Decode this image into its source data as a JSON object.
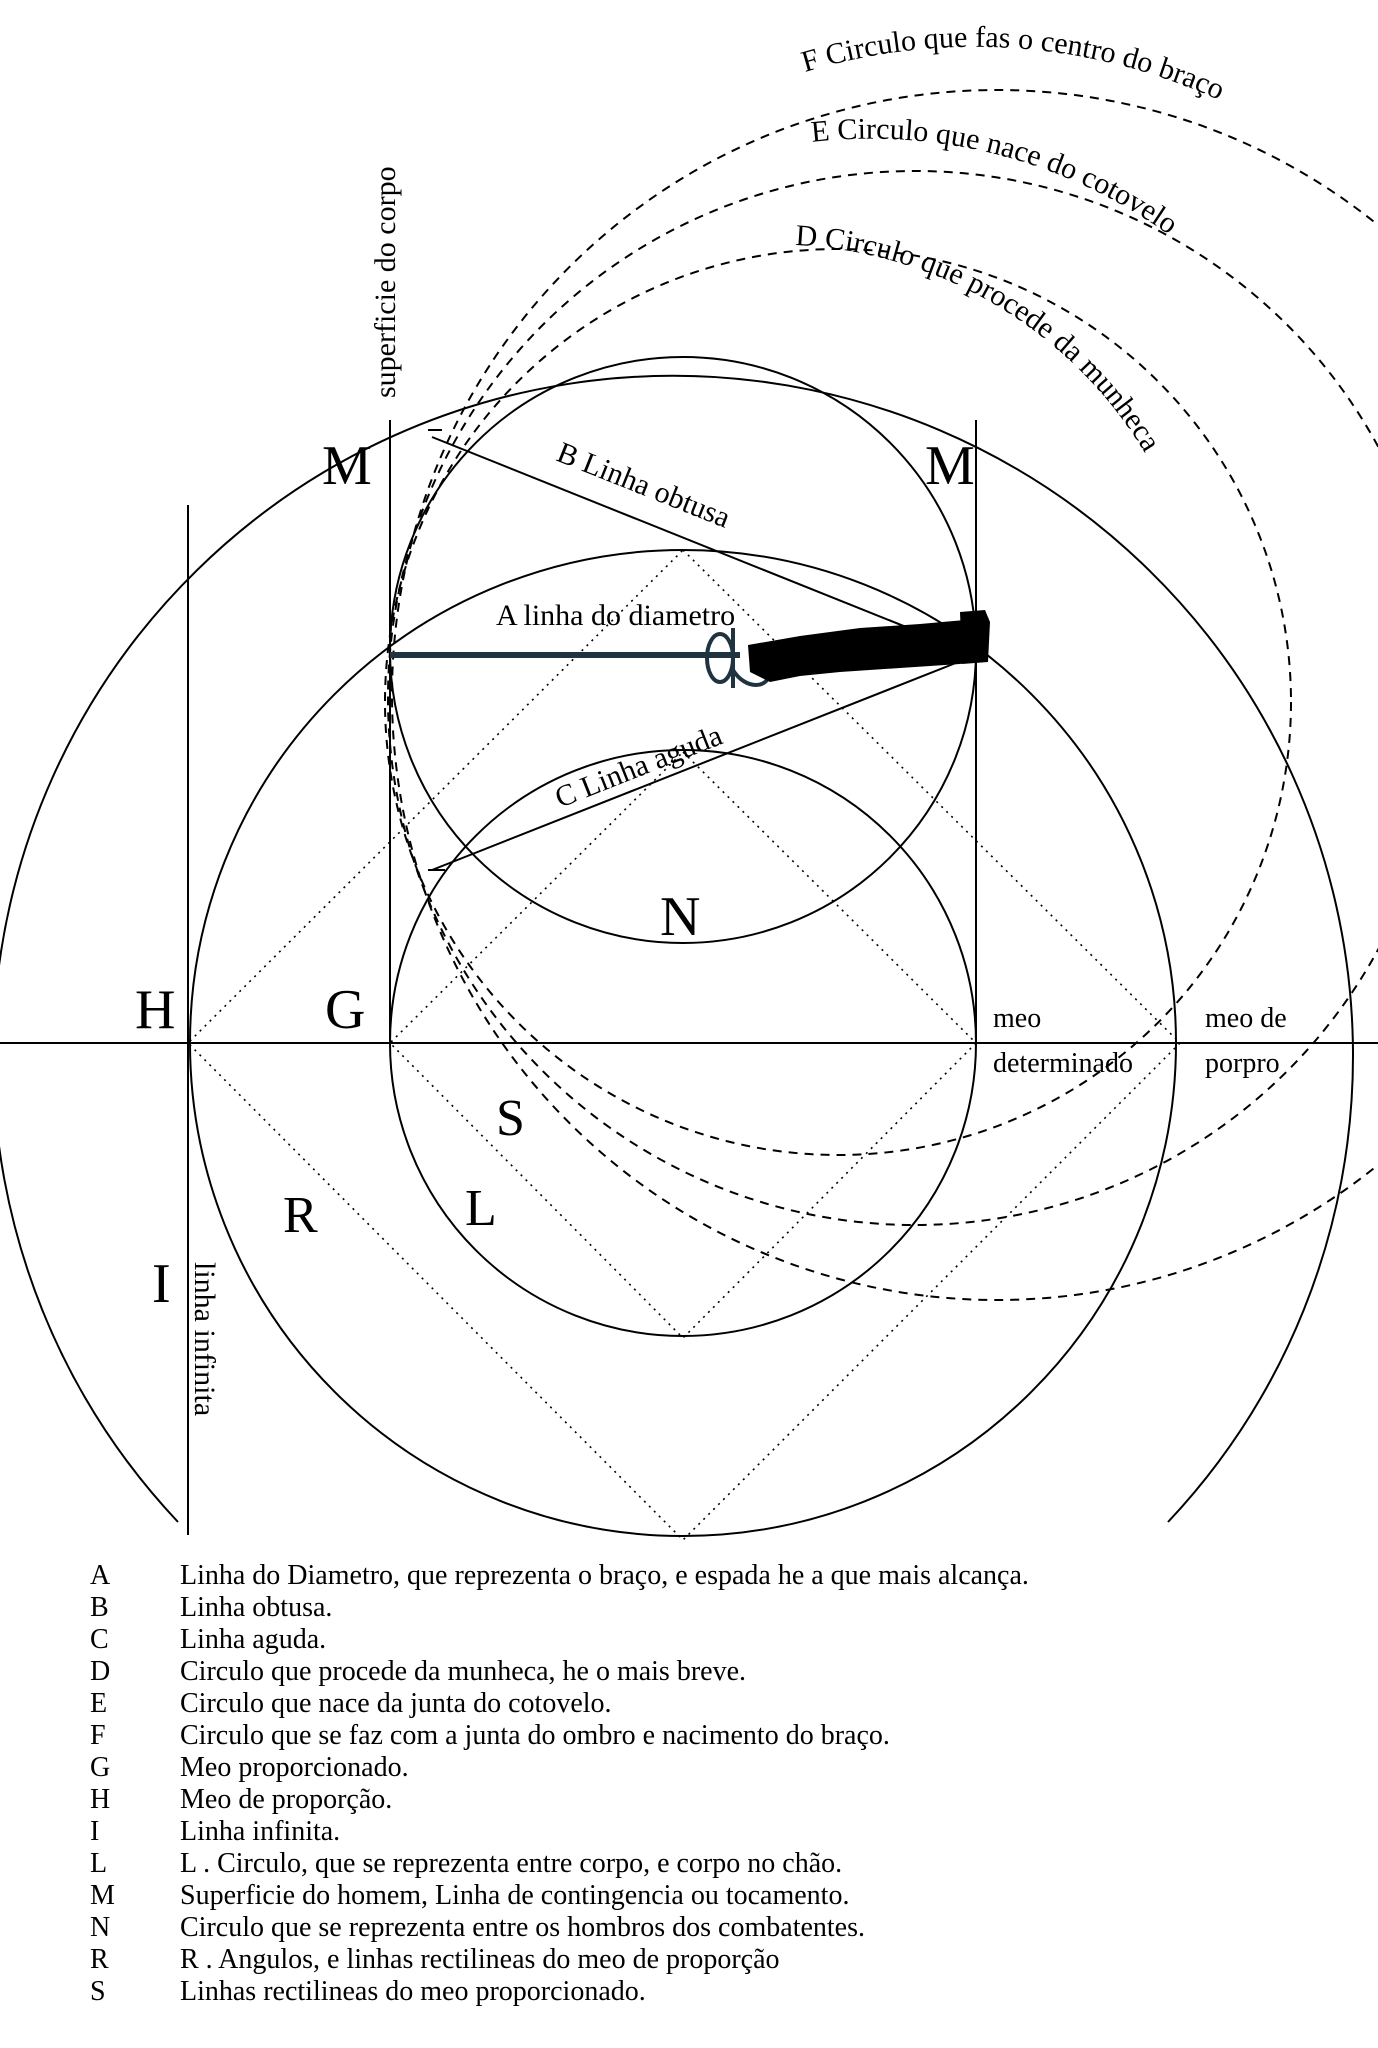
{
  "diagram": {
    "letters": {
      "m_left": "M",
      "m_right": "M",
      "h": "H",
      "g": "G",
      "n": "N",
      "s": "S",
      "r": "R",
      "l": "L",
      "i": "I"
    },
    "labels": {
      "circle_f": "F Circulo que fas o centro do braço",
      "circle_e": "E Circulo que nace do cotovelo",
      "circle_d": "D Circulo que procede da munheca",
      "line_b": "B Linha obtusa",
      "line_a": "A linha do diametro",
      "line_c": "C Linha aguda",
      "superficie": "superficie do corpo",
      "linha_infinita": "linha infinita",
      "meo_1": "meo",
      "meo_2": "determinado",
      "meo_de_1": "meo de",
      "meo_de_2": "porpro"
    },
    "colors": {
      "line": "#000000",
      "sword": "#1f3340",
      "arm": "#000000"
    }
  },
  "legend": [
    {
      "key": "A",
      "text": "Linha do Diametro, que reprezenta o braço, e espada he a que mais alcança."
    },
    {
      "key": "B",
      "text": "Linha obtusa."
    },
    {
      "key": "C",
      "text": "Linha aguda."
    },
    {
      "key": "D",
      "text": "Circulo que procede da munheca, he o mais breve."
    },
    {
      "key": "E",
      "text": "Circulo que nace da junta do cotovelo."
    },
    {
      "key": "F",
      "text": "Circulo que se faz com a junta do ombro e nacimento do braço."
    },
    {
      "key": "G",
      "text": "Meo proporcionado."
    },
    {
      "key": "H",
      "text": "Meo de proporção."
    },
    {
      "key": "I",
      "text": "Linha infinita."
    },
    {
      "key": "L",
      "text": "L . Circulo, que se reprezenta entre corpo, e corpo no chão."
    },
    {
      "key": "M",
      "text": "Superficie do homem, Linha de contingencia ou tocamento."
    },
    {
      "key": "N",
      "text": "Circulo que se reprezenta entre os hombros dos combatentes."
    },
    {
      "key": "R",
      "text": "R . Angulos, e linhas rectilineas do meo de proporção"
    },
    {
      "key": "S",
      "text": "Linhas rectilineas do meo proporcionado."
    }
  ]
}
